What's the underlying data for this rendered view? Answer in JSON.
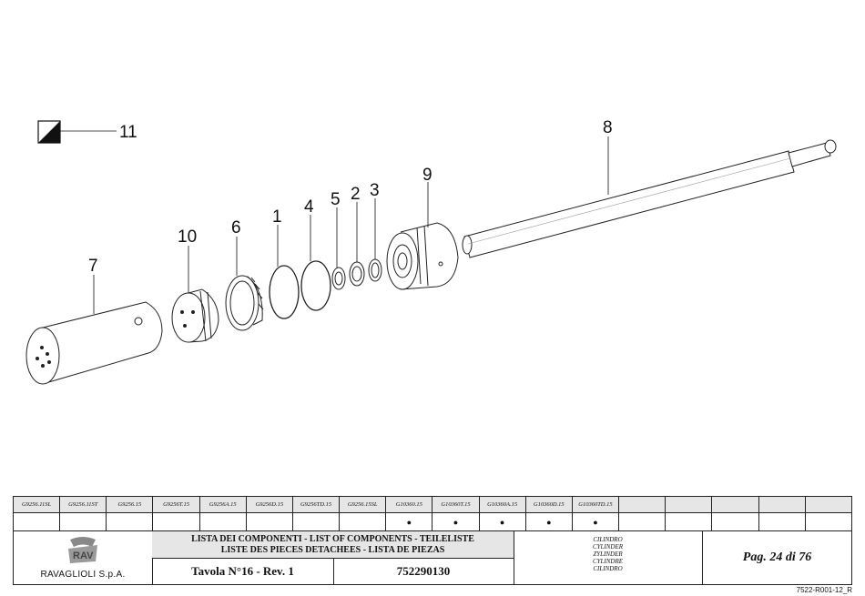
{
  "callouts": {
    "c1": "1",
    "c2": "2",
    "c3": "3",
    "c4": "4",
    "c5": "5",
    "c6": "6",
    "c7": "7",
    "c8": "8",
    "c9": "9",
    "c10": "10",
    "c11": "11"
  },
  "codes": [
    {
      "code": "G9256.11SL",
      "mark": ""
    },
    {
      "code": "G9256.11ST",
      "mark": ""
    },
    {
      "code": "G9256.15",
      "mark": ""
    },
    {
      "code": "G9256T.15",
      "mark": ""
    },
    {
      "code": "G9256A.15",
      "mark": ""
    },
    {
      "code": "G9256D.15",
      "mark": ""
    },
    {
      "code": "G9256TD.15",
      "mark": ""
    },
    {
      "code": "G9256.15SL",
      "mark": ""
    },
    {
      "code": "G10360.15",
      "mark": "●"
    },
    {
      "code": "G10360T.15",
      "mark": "●"
    },
    {
      "code": "G10360A.15",
      "mark": "●"
    },
    {
      "code": "G10360D.15",
      "mark": "●"
    },
    {
      "code": "G10360TD.15",
      "mark": "●"
    },
    {
      "code": "",
      "mark": ""
    },
    {
      "code": "",
      "mark": ""
    },
    {
      "code": "",
      "mark": ""
    },
    {
      "code": "",
      "mark": ""
    },
    {
      "code": "",
      "mark": ""
    }
  ],
  "company": {
    "name": "RAVAGLIOLI S.p.A.",
    "logo_text": "RAV"
  },
  "list_title": {
    "line1": "LISTA DEI COMPONENTI - LIST OF COMPONENTS - TEILELISTE",
    "line2": "LISTE DES PIECES DETACHEES - LISTA DE PIEZAS"
  },
  "table_number": "Tavola N°16 - Rev. 1",
  "drawing_number": "752290130",
  "part_names": [
    "CILINDRO",
    "CYLINDER",
    "ZYLINDER",
    "CYLINDRE",
    "CILINDRO"
  ],
  "page": "Pag. 24 di 76",
  "doc_code": "7522-R001-12_R"
}
